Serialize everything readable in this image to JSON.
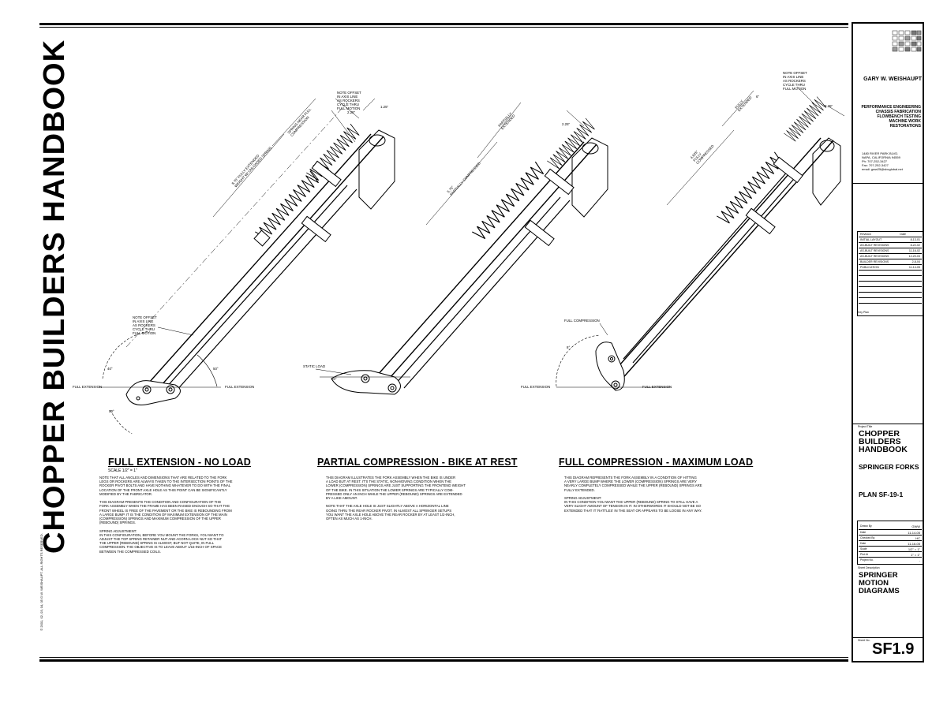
{
  "side_title": "CHOPPER BUILDERS HANDBOOK",
  "copyright": "© 2001, 02, 03, 04, 05 G.W. WEISHAUPT. ALL RIGHTS RESERVED.",
  "sections": [
    {
      "title": "FULL EXTENSION - NO LOAD",
      "scale": "SCALE 1/2\" = 1\"",
      "text": "NOTE THAT ALL ANGLES AND DIMENSIONS THAT ARE RELATED TO THE FORK\nLEGS OR ROCKERS ARE ALWAYS TAKEN TO THE INTERSECTION POINTS OF THE\nROCKER PIVOT BOLTS AND HAVE NOTHING WHATEVER TO DO WITH THE FINAL\nLOCATION OF THE FRONT AXLE HOLE AS THIS POINT CAN BE SIGNIFICANTLY\nMODIFIED BY THE FABRICATOR.\n\nTHIS DIAGRAM PRESENTS THE CONDITION AND CONFIGURATION OF THE\nFORK ASSEMBLY WHEN THE FRAME HAS BEEN RAISED ENOUGH SO THAT THE\nFRONT WHEEL IS FREE OF THE PAVEMENT OR THE BIKE IS REBOUNDING FROM\nA LARGE BUMP. IT IS THE CONDITION OF MAXIMUM EXTENSION OF THE MAIN\n(COMPRESSION) SPRINGS AND MAXIMUM COMPRESSION OF THE UPPER\n(REBOUND) SPRINGS.\n\nSPRING ADJUSTMENT:\nIN THIS CONFIGURATION, BEFORE YOU MOUNT THE FORKS, YOU WANT TO\nADJUST THE TOP SPRING RETAINER NUT AND ACORN LOCK NUT SO THAT\nTHE UPPER (REBOUND) SPRING IS ALMOST, BUT NOT QUITE, IN FULL\nCOMPRESSION. THE OBJECTIVE IS TO LEAVE ABOUT 1/16-INCH OF SPACE\nBETWEEN THE COMPRESSED COILS."
    },
    {
      "title": "PARTIAL COMPRESSION - BIKE AT REST",
      "text": "THIS DIAGRAM ILLUSTRATES THE FORK ASSEMBLY WHEN THE BIKE IS UNDER\nA LOAD BUT AT REST. IT'S THE STATIC, NON-MOVING CONDITION WHEN THE\nLOWER (COMPRESSION) SPRINGS ARE JUST SUPPORTING THE FRONTEND WEIGHT\nOF THE BIKE. IN THIS SITUATION THE LOWER SPRINGS ARE TYPICALLY COM-\nPRESSED ONLY AN INCH WHILE THE UPPER (REBOUND) SPRINGS ARE EXTENDED\nBY A LIKE AMOUNT.\n\nNOTE THAT THE AXLE HOLE IS JUST SLIGHTLY ABOVE A HORIZONTAL LINE\nGOING THRU THE REAR ROCKER PIVOT. IN ALMOST ALL SPRINGER SETUPS\nYOU WANT THE AXLE HOLE ABOVE THE REAR ROCKER BY AT LEAST 1/2-INCH,\nOFTEN AS MUCH AS 1-INCH."
    },
    {
      "title": "FULL COMPRESSION - MAXIMUM LOAD",
      "text": "THIS DIAGRAM REPRESENTS THE FORK ASSEMBLY IN A CONDITION OF HITTING\nA VERY LARGE BUMP WHERE THE LOWER (COMPRESSION) SPRINGS ARE VERY\nNEARLY COMPLETELY COMPRESSED WHILE THE UPPER (REBOUND) SPRINGS ARE\nFULLY EXTENDED.\n\nSPRING ADJUSTMENT:\nIN THIS CONDITION YOU WANT THE UPPER (REBOUND) SPRING TO STILL HAVE A\nVERY SLIGHT AMOUNT OF TENSION IN IT. IN OTHERWORDS IT SHOULD NOT BE SO\nEXTENDED THAT IT 'RATTLES' IN THE SEAT OR APPEARS TO BE LOOSE IN ANY WAY."
    }
  ],
  "diagram_labels": {
    "note_offset": "NOTE OFFSET\nIN AXIS LINE\nAS ROCKERS\nCYCLE THRU\nFULL MOTION",
    "full_extension": "FULL EXTENSION",
    "static_load": "STATIC LOAD",
    "full_compression": "FULL COMPRESSION",
    "a40": "40°",
    "a50": "50°",
    "a20": "20°",
    "a8": "8°",
    "d1_upper": "SPRING NEAR FULL\nCOMPRESSION",
    "d1_lower": "8.75\" FULLY EXTENDED\nWEIGHT W/ UNLOADED SPRING",
    "d1_top": "2.25\"",
    "d1_top2": "1.25\"",
    "d2_upper": "PARTIALLY\nEXTENDED",
    "d2_lower": "5.75\"\nPARTIALLY COMPRESSED",
    "d2_top": "2.25\"",
    "d3_upper": "FULLY\nEXTENDED",
    "d3_lower": "4.625\"\nFULLY\nCOMPRESSED",
    "d3_top": "3.25\"",
    "d3_top2": "6\""
  },
  "title_block": {
    "name": "GARY W. WEISHAUPT",
    "services": [
      "PERFORMANCE ENGINEERING",
      "CHASSIS FABRICATION",
      "FLOWBENCH TESTING",
      "MACHINE WORK",
      "RESTORATIONS"
    ],
    "address": [
      "1480 RIVER PARK BLVD.",
      "NAPA, CALIFORNIA 94559",
      "Ph: 707-252-3427",
      "Fax: 707-252-3427",
      "email: gww25@sbcglobal.net"
    ],
    "rev_header": [
      "Revision",
      "Date"
    ],
    "revisions": [
      {
        "label": "INITIAL LAYOUT",
        "date": "8-13-01"
      },
      {
        "label": "AS-BUILT REVISIONS",
        "date": "8-22-02"
      },
      {
        "label": "AS-BUILT REVISIONS",
        "date": "11-16-02"
      },
      {
        "label": "AS-BUILT REVISIONS",
        "date": "12-20-03"
      },
      {
        "label": "BUILDER REVISIONS",
        "date": "2-8-04"
      },
      {
        "label": "PUBLICATION",
        "date": "11-14-05"
      },
      {
        "label": "",
        "date": ""
      },
      {
        "label": "",
        "date": ""
      },
      {
        "label": "",
        "date": ""
      },
      {
        "label": "",
        "date": ""
      },
      {
        "label": "",
        "date": ""
      },
      {
        "label": "",
        "date": ""
      }
    ],
    "key_plan": "Key Plan",
    "project_title_label": "Project Title",
    "project_title": "CHOPPER\nBUILDERS\nHANDBOOK",
    "project_sub": "SPRINGER FORKS",
    "plan": "PLAN  SF-19-1",
    "info": [
      {
        "label": "Drawn By",
        "value": "GWW"
      },
      {
        "label": "Date",
        "value": "11-14-05"
      },
      {
        "label": "Checked By",
        "value": "HC"
      },
      {
        "label": "Date",
        "value": "11-16-05"
      },
      {
        "label": "Scale",
        "value": "1/2\" = 1\""
      },
      {
        "label": "Plot At",
        "value": "1\" = 1\""
      },
      {
        "label": "Project No.",
        "value": "-"
      }
    ],
    "sheet_desc_label": "Sheet Description",
    "sheet_desc": "SPRINGER\nMOTION\nDIAGRAMS",
    "sheet_no_label": "Sheet No.",
    "sheet_no": "SF1.9"
  }
}
